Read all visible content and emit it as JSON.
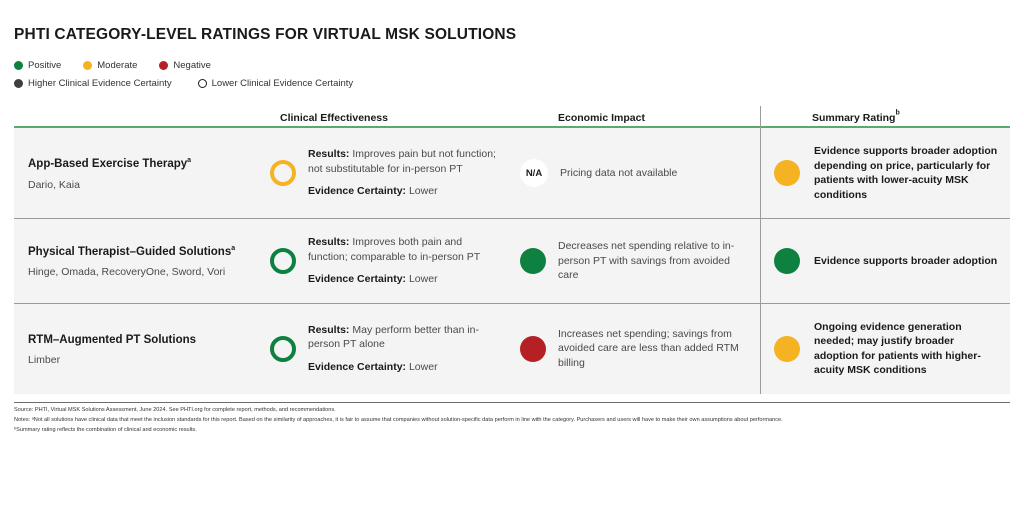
{
  "title": "PHTI CATEGORY-LEVEL RATINGS FOR VIRTUAL MSK SOLUTIONS",
  "colors": {
    "positive": "#0E8040",
    "moderate": "#F5B324",
    "negative": "#B52025",
    "higher_certainty": "#3F3F3F",
    "rule_green": "#5AA96F",
    "row_bg": "#F4F4F4"
  },
  "legend": {
    "rating_items": [
      {
        "label": "Positive",
        "marker": "solid-dot-green-icon",
        "color": "#0E8040"
      },
      {
        "label": "Moderate",
        "marker": "solid-dot-amber-icon",
        "color": "#F5B324"
      },
      {
        "label": "Negative",
        "marker": "solid-dot-red-icon",
        "color": "#B52025"
      }
    ],
    "certainty_items": [
      {
        "label": "Higher Clinical Evidence Certainty",
        "marker": "solid-dot-dark-icon",
        "color": "#3F3F3F"
      },
      {
        "label": "Lower Clinical Evidence Certainty",
        "marker": "open-ring-icon",
        "color": "#1A1A1A"
      }
    ]
  },
  "table": {
    "headers": {
      "category": "",
      "clinical": "Clinical Effectiveness",
      "economic": "Economic Impact",
      "summary": "Summary Rating",
      "summary_sup": "b"
    },
    "rows": [
      {
        "category": {
          "name": "App-Based Exercise Therapy",
          "name_sup": "a",
          "vendors": "Dario, Kaia"
        },
        "clinical": {
          "marker": "open-ring-amber-icon",
          "marker_type": "ring",
          "marker_color": "#F5B324",
          "results_label": "Results:",
          "results_text": "Improves pain but not function; not substitutable for in-person PT",
          "certainty_label": "Evidence Certainty:",
          "certainty_value": "Lower"
        },
        "economic": {
          "marker": "na-badge-icon",
          "marker_type": "na",
          "marker_text": "N/A",
          "text": "Pricing data not available"
        },
        "summary": {
          "marker": "solid-dot-amber-icon",
          "marker_type": "solid",
          "marker_color": "#F5B324",
          "text": "Evidence supports broader adoption depending on price, particularly for patients with lower-acuity MSK conditions"
        }
      },
      {
        "category": {
          "name": "Physical Therapist–Guided Solutions",
          "name_sup": "a",
          "vendors": "Hinge, Omada, RecoveryOne, Sword, Vori"
        },
        "clinical": {
          "marker": "open-ring-green-icon",
          "marker_type": "ring",
          "marker_color": "#0E8040",
          "results_label": "Results:",
          "results_text": "Improves both pain and function; comparable to in-person PT",
          "certainty_label": "Evidence Certainty:",
          "certainty_value": "Lower"
        },
        "economic": {
          "marker": "solid-dot-green-icon",
          "marker_type": "solid",
          "marker_color": "#0E8040",
          "text": "Decreases net spending relative to in-person PT with savings from avoided care"
        },
        "summary": {
          "marker": "solid-dot-green-icon",
          "marker_type": "solid",
          "marker_color": "#0E8040",
          "text": "Evidence supports broader adoption"
        }
      },
      {
        "category": {
          "name": "RTM–Augmented PT Solutions",
          "name_sup": "",
          "vendors": "Limber"
        },
        "clinical": {
          "marker": "open-ring-green-icon",
          "marker_type": "ring",
          "marker_color": "#0E8040",
          "results_label": "Results:",
          "results_text": "May perform better than in-person PT alone",
          "certainty_label": "Evidence Certainty:",
          "certainty_value": "Lower"
        },
        "economic": {
          "marker": "solid-dot-red-icon",
          "marker_type": "solid",
          "marker_color": "#B52025",
          "text": "Increases net spending; savings from avoided care are less than added RTM billing"
        },
        "summary": {
          "marker": "solid-dot-amber-icon",
          "marker_type": "solid",
          "marker_color": "#F5B324",
          "text": "Ongoing evidence generation needed; may justify broader adoption for patients with higher-acuity MSK conditions"
        }
      }
    ]
  },
  "footnotes": {
    "source": "Source: PHTI, Virtual MSK Solutions Assessment, June 2024. See PHTI.org for complete report, methods, and recommendations.",
    "note_a": "Notes: ᵃNot all solutions have clinical data that meet the inclusion standards for this report. Based on the similarity of approaches, it is fair to assume that companies without solution-specific data perform in line with the category. Purchasers and users will have to make their own assumptions about performance.",
    "note_b": "ᵇSummary rating reflects the combination of clinical and economic results."
  }
}
